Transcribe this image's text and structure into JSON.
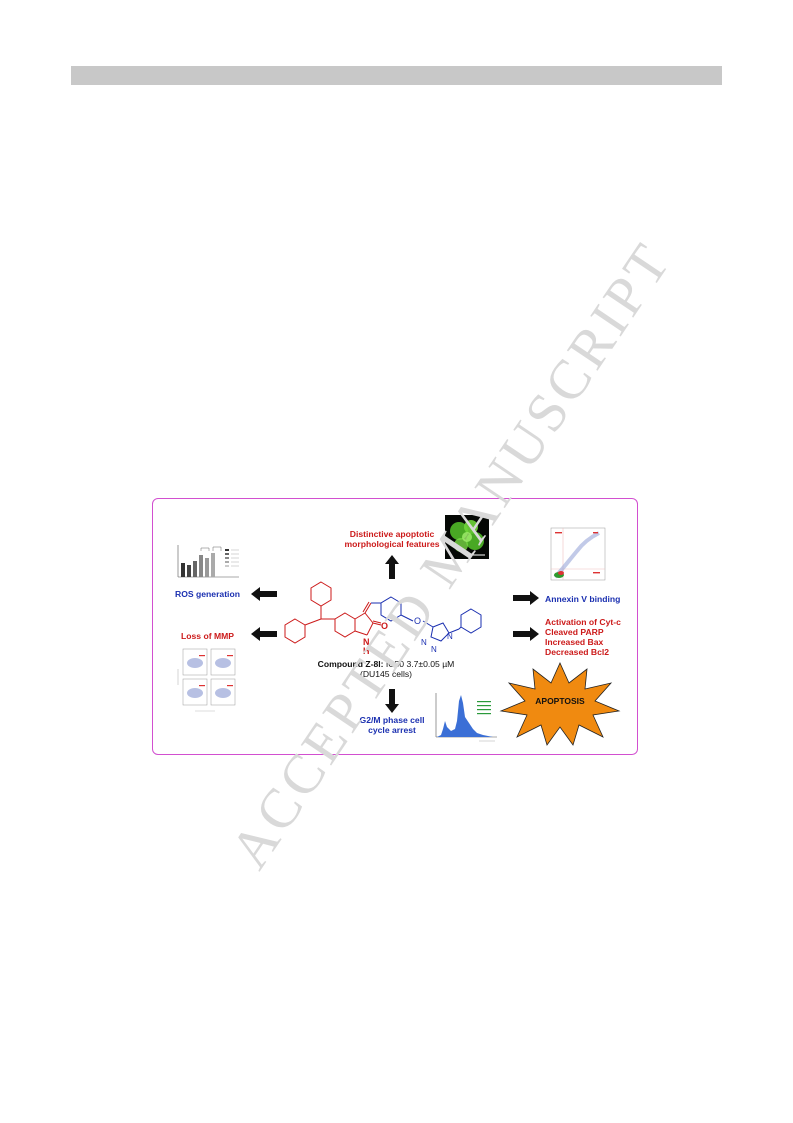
{
  "watermark": "ACCEPTED MANUSCRIPT",
  "graphical_abstract": {
    "labels": {
      "morphology_line1": "Distinctive apoptotic",
      "morphology_line2": "morphological features",
      "ros": "ROS generation",
      "mmp": "Loss of MMP",
      "annexin": "Annexin V binding",
      "activation_1": "Activation of Cyt-c",
      "activation_2": "Cleaved PARP",
      "activation_3": "Increased Bax",
      "activation_4": "Decreased Bcl2",
      "compound_name": "Compound Z-8l:",
      "compound_ic": "IC50 3.7±0.05 µM",
      "compound_cells": "(DU145 cells)",
      "cycle_line1": "G2/M phase cell",
      "cycle_line2": "cycle arrest",
      "apoptosis": "APOPTOSIS"
    },
    "structure_labels": {
      "oxo": "O",
      "nh_n": "N",
      "nh_h": "H",
      "ether_o": "O",
      "triazole_n1": "N",
      "triazole_n2": "N",
      "triazole_n3": "N"
    },
    "colors": {
      "border": "#d24fd0",
      "red_text": "#cc1a1a",
      "blue_text": "#1a2fb0",
      "apoptosis_star": "#f08a10",
      "fluorescence": "#56c42a"
    }
  }
}
